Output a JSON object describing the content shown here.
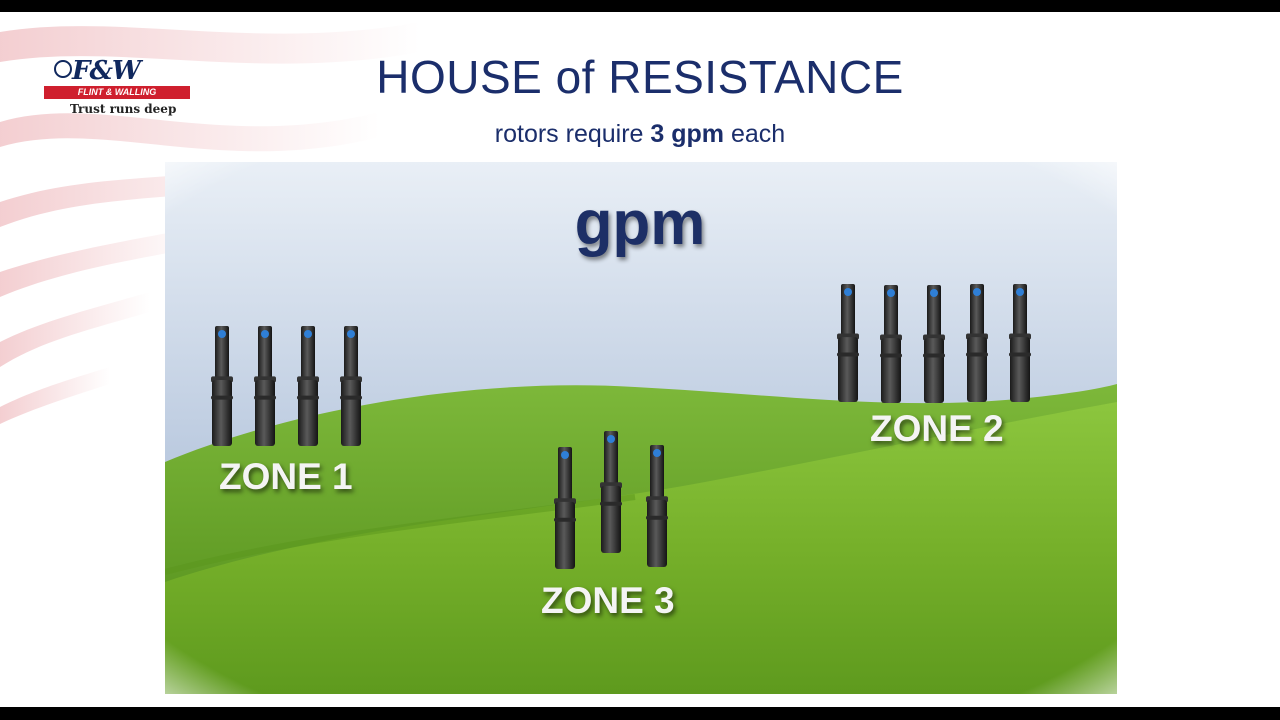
{
  "slide": {
    "title": "HOUSE of RESISTANCE",
    "subtitle_prefix": "rotors require ",
    "subtitle_bold": "3 gpm",
    "subtitle_suffix": " each"
  },
  "logo": {
    "mark": "F&W",
    "band_text": "FLINT & WALLING",
    "tagline": "Trust runs deep"
  },
  "scene": {
    "heading": "gpm",
    "zones": [
      {
        "label": "ZONE 1",
        "rotor_count": 4
      },
      {
        "label": "ZONE 2",
        "rotor_count": 5
      },
      {
        "label": "ZONE 3",
        "rotor_count": 3
      }
    ]
  },
  "colors": {
    "title": "#1b2e6b",
    "brand_red": "#cf1f2e",
    "grass": "#6fae22",
    "sky": "#9fb7d3"
  }
}
